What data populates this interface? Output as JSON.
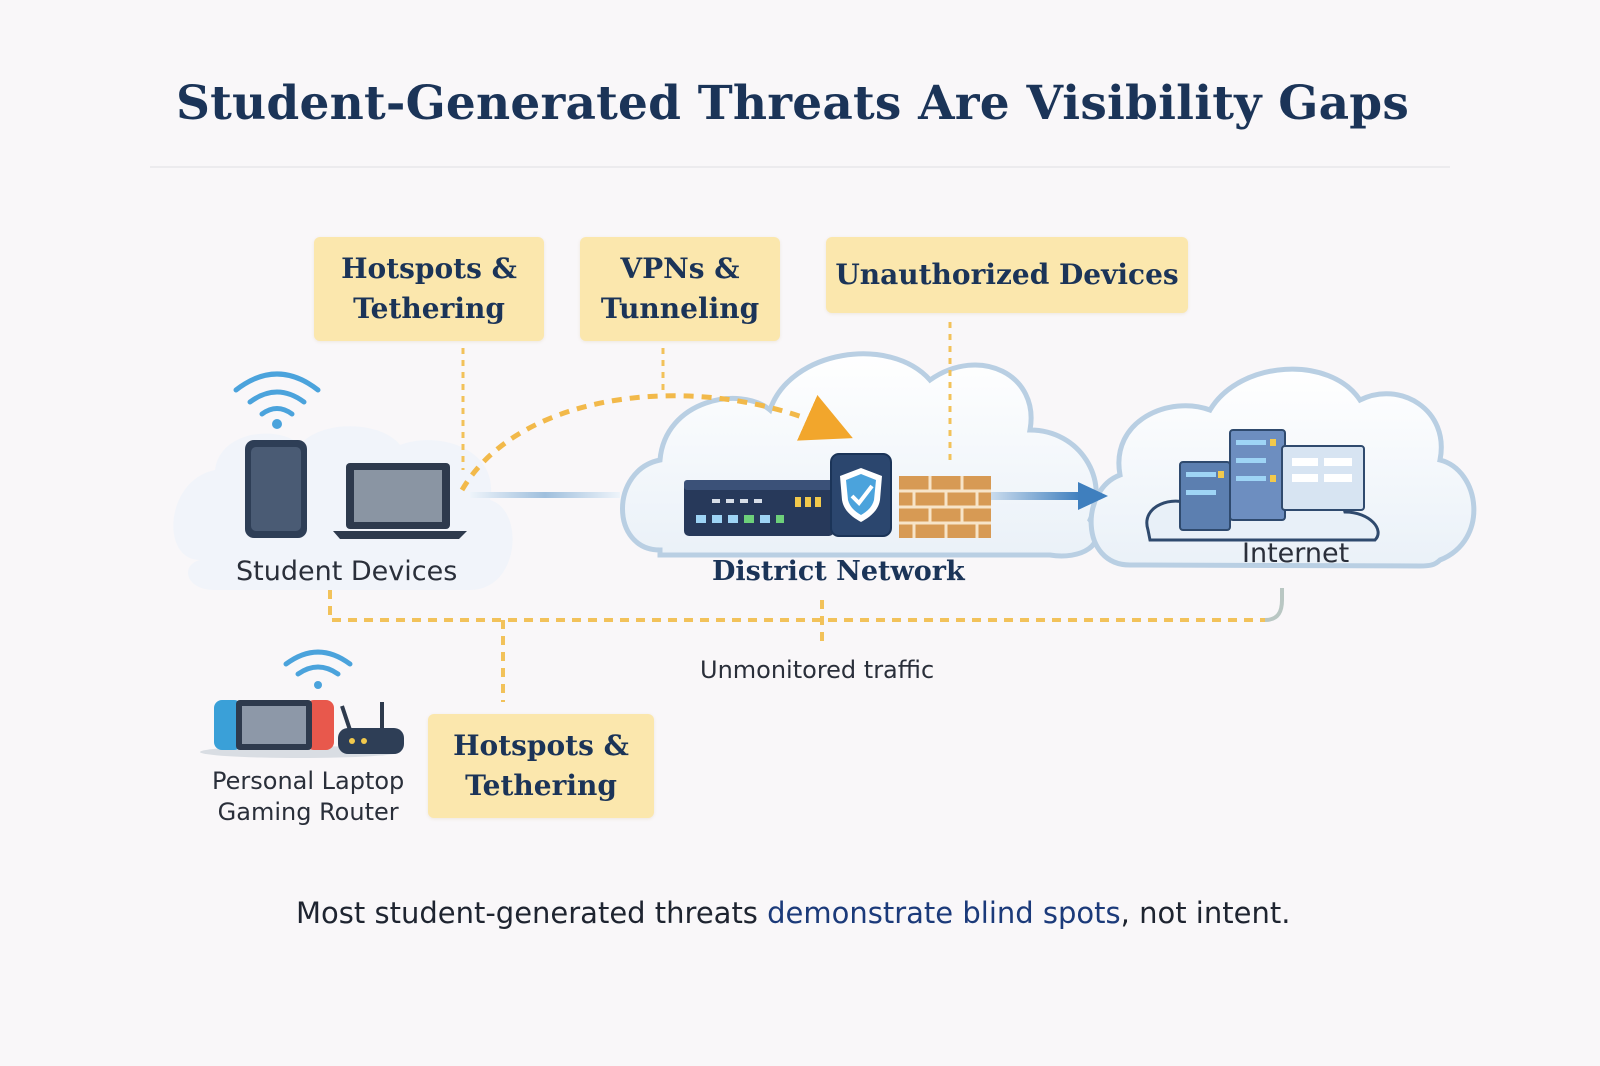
{
  "title": "Student-Generated Threats Are Visibility Gaps",
  "labels": {
    "hotspots_top": [
      "Hotspots &",
      "Tethering"
    ],
    "vpns": [
      "VPNs &",
      "Tunneling"
    ],
    "unauthorized": [
      "Unauthorized Devices"
    ],
    "hotspots_bottom": [
      "Hotspots &",
      "Tethering"
    ]
  },
  "nodes": {
    "student_devices": "Student Devices",
    "district_network": "District Network",
    "internet": "Internet",
    "personal_1": "Personal Laptop",
    "personal_2": "Gaming Router"
  },
  "unmonitored": "Unmonitored traffic",
  "caption": {
    "part1": "Most student-generated threats",
    "part2": "demonstrate blind spots",
    "part3": ", not intent."
  },
  "colors": {
    "title": "#1b3458",
    "label_bg": "#fbe7ad",
    "dash": "#f2b94a",
    "arrow": "#4c8bc4",
    "cloud_stroke": "#b9cfe3"
  }
}
